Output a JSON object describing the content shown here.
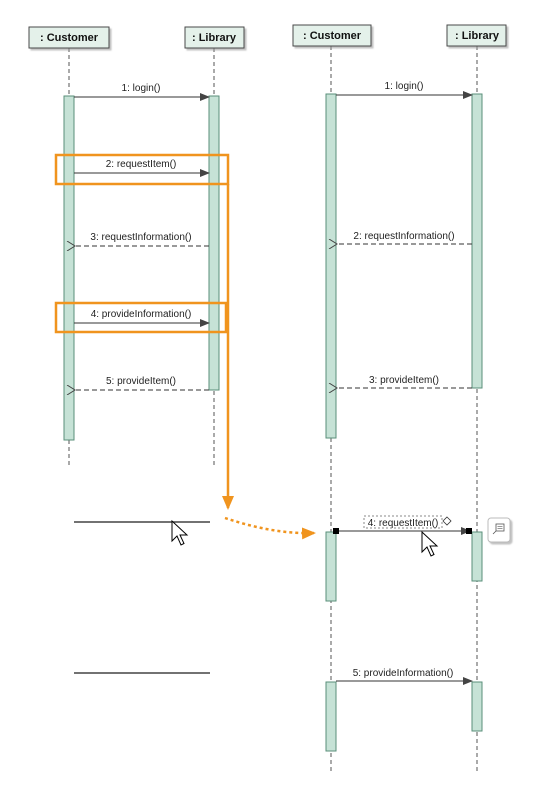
{
  "left_diagram": {
    "lifelines": [
      {
        "name": ": Customer"
      },
      {
        "name": ": Library"
      }
    ],
    "messages": [
      {
        "label": "1: login()",
        "kind": "call"
      },
      {
        "label": "2: requestItem()",
        "kind": "call",
        "highlighted": true
      },
      {
        "label": "3: requestInformation()",
        "kind": "reply"
      },
      {
        "label": "4: provideInformation()",
        "kind": "call",
        "highlighted": true
      },
      {
        "label": "5: provideItem()",
        "kind": "reply"
      }
    ]
  },
  "right_diagram": {
    "lifelines": [
      {
        "name": ": Customer"
      },
      {
        "name": ": Library"
      }
    ],
    "messages": [
      {
        "label": "1: login()",
        "kind": "call"
      },
      {
        "label": "2: requestInformation()",
        "kind": "reply"
      },
      {
        "label": "3: provideItem()",
        "kind": "reply"
      }
    ]
  },
  "moved_messages": [
    {
      "label": "4: requestItem()",
      "selected": true
    },
    {
      "label": "5: provideInformation()",
      "selected": false
    }
  ],
  "colors": {
    "activation_fill": "#c6e2d6",
    "activation_stroke": "#5a8f7a",
    "header_fill": "#e4f1ea",
    "highlight": "#f0941e",
    "line": "#333333"
  },
  "icons": [
    "mouse-cursor-icon",
    "note-icon"
  ]
}
